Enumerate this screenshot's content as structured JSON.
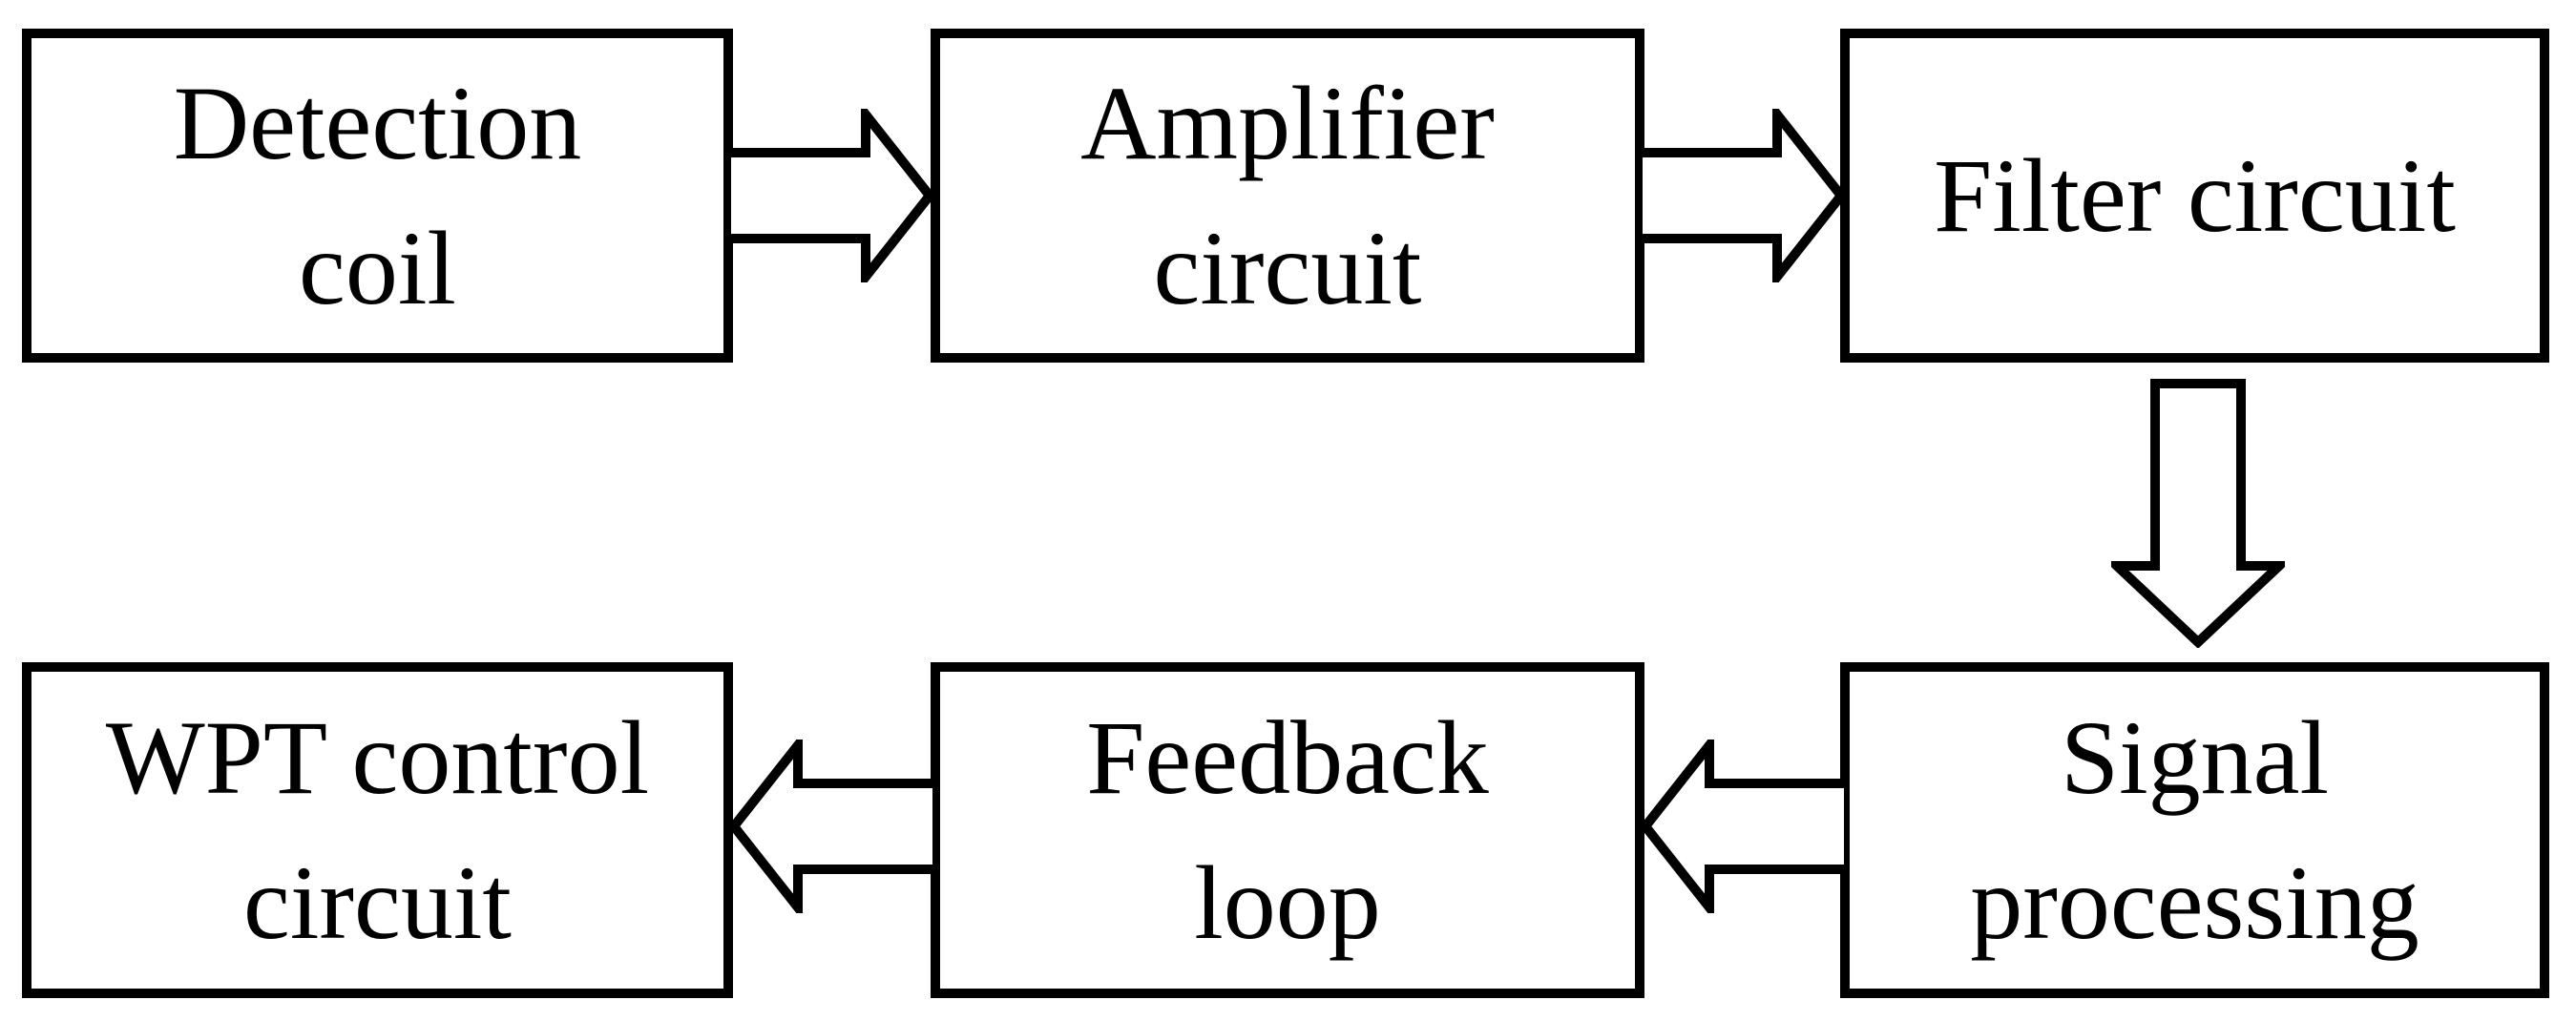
{
  "figure": {
    "type": "block-diagram",
    "background_color": "#ffffff",
    "stroke_color": "#000000",
    "nodes": [
      {
        "id": "detection-coil",
        "label": "Detection coil",
        "lines": [
          "Detection",
          "coil"
        ]
      },
      {
        "id": "amplifier-circuit",
        "label": "Amplifier circuit",
        "lines": [
          "Amplifier",
          "circuit"
        ]
      },
      {
        "id": "filter-circuit",
        "label": "Filter circuit",
        "lines": [
          "Filter circuit"
        ]
      },
      {
        "id": "wpt-control-circuit",
        "label": "WPT control circuit",
        "lines": [
          "WPT control",
          "circuit"
        ]
      },
      {
        "id": "feedback-loop",
        "label": "Feedback loop",
        "lines": [
          "Feedback",
          "loop"
        ]
      },
      {
        "id": "signal-processing",
        "label": "Signal processing",
        "lines": [
          "Signal",
          "processing"
        ]
      }
    ],
    "edges": [
      {
        "from": "detection-coil",
        "to": "amplifier-circuit",
        "direction": "right"
      },
      {
        "from": "amplifier-circuit",
        "to": "filter-circuit",
        "direction": "right"
      },
      {
        "from": "filter-circuit",
        "to": "signal-processing",
        "direction": "down"
      },
      {
        "from": "signal-processing",
        "to": "feedback-loop",
        "direction": "left"
      },
      {
        "from": "feedback-loop",
        "to": "wpt-control-circuit",
        "direction": "left"
      }
    ]
  }
}
